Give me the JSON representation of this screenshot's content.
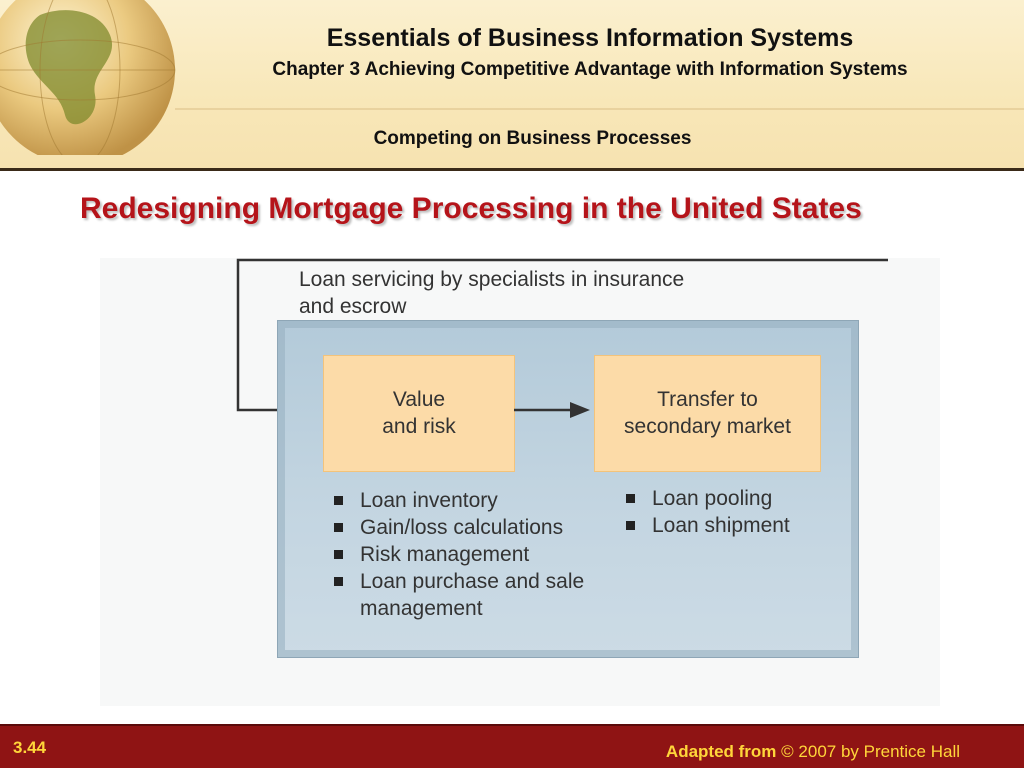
{
  "header": {
    "title": "Essentials of Business Information Systems",
    "subtitle": "Chapter 3 Achieving Competitive Advantage with Information Systems",
    "section": "Competing on Business Processes"
  },
  "slide": {
    "title": "Redesigning Mortgage Processing in the United States"
  },
  "diagram": {
    "loop_label_line1": "Loan servicing by specialists in insurance",
    "loop_label_line2": "and escrow",
    "box1": {
      "line1": "Value",
      "line2": "and risk"
    },
    "box2": {
      "line1": "Transfer to",
      "line2": "secondary market"
    },
    "box1_bullets": [
      "Loan inventory",
      "Gain/loss calculations",
      "Risk management",
      "Loan purchase and sale management"
    ],
    "box2_bullets": [
      "Loan pooling",
      "Loan shipment"
    ]
  },
  "footer": {
    "page_number": "3.44",
    "credit_bold": "Adapted from",
    "credit_rest": "© 2007 by Prentice Hall"
  },
  "colors": {
    "title_red": "#b5141a",
    "footer_bg": "#8f1414",
    "footer_text": "#ffd63a",
    "panel_blue": "#bdd0dd",
    "box_peach": "#fcdba8"
  }
}
